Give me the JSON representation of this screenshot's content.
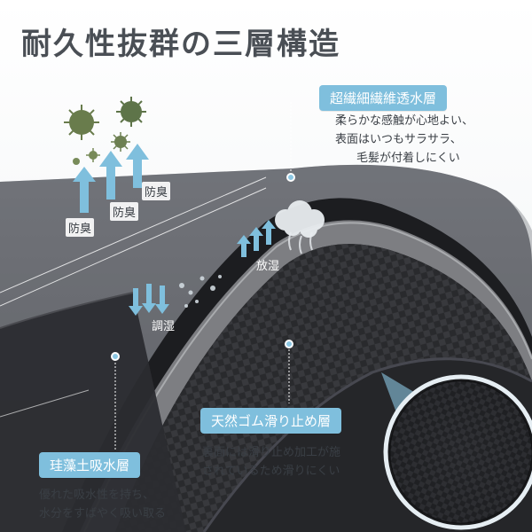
{
  "title": "耐久性抜群の三層構造",
  "layers": {
    "top": {
      "badge": "超繊細繊維透水層",
      "desc": [
        "柔らかな感触が心地よい、",
        "表面はいつもサラサラ、",
        "毛髪が付着しにくい"
      ]
    },
    "bottom": {
      "badge": "天然ゴム滑り止め層",
      "desc": [
        "裏面には滑り止め加工が施",
        "されているため滑りにくい"
      ]
    },
    "middle": {
      "badge": "珪藻土吸水層",
      "desc": [
        "優れた吸水性を持ち、",
        "水分をすばやく吸い取る"
      ]
    }
  },
  "labels": {
    "deodorize_1": "防臭",
    "deodorize_2": "防臭",
    "deodorize_3": "防臭",
    "release_moisture": "放湿",
    "regulate_moisture": "調湿"
  },
  "colors": {
    "accent": "#7fbfdd",
    "mat_top": "#6b6d73",
    "mat_dark": "#2b2c30",
    "title": "#4a4f55"
  },
  "icons": [
    "bacteria-icon",
    "up-arrow-icon",
    "down-arrow-icon",
    "cloud-icon",
    "water-drops-icon"
  ]
}
